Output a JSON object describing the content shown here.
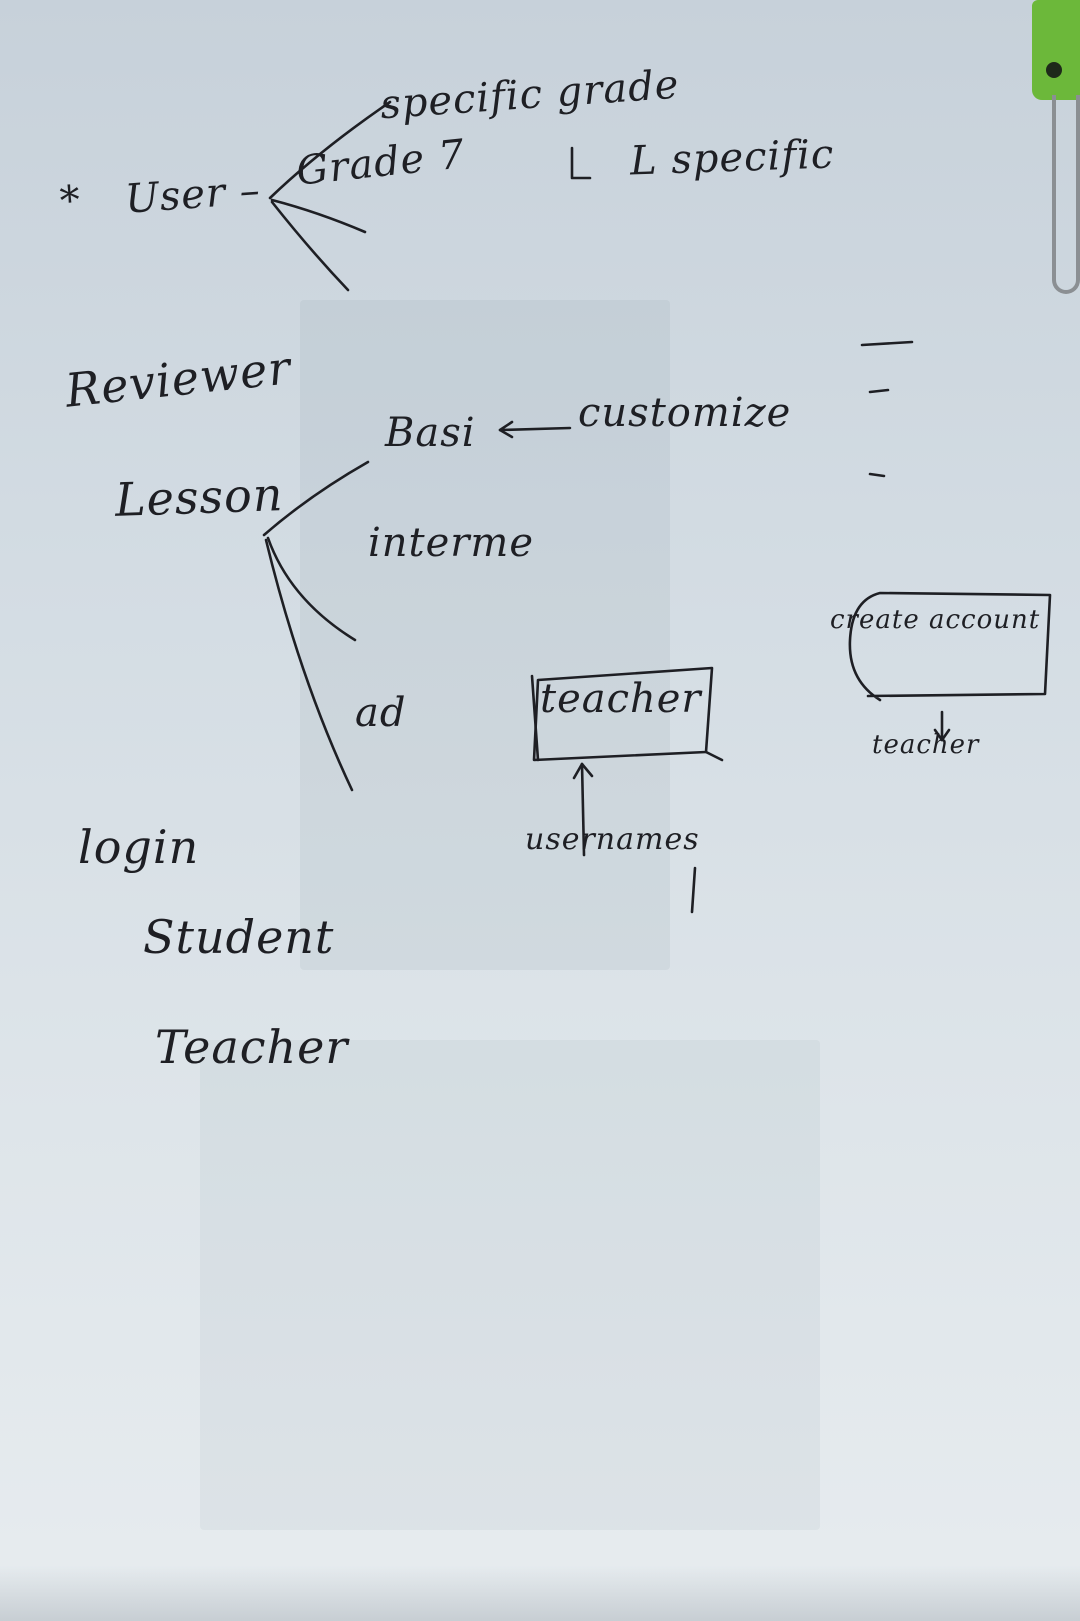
{
  "diagram": {
    "user_branch": {
      "bullet": "*",
      "root": "User –",
      "grade": "Grade 7",
      "specific_grade": "specific grade",
      "specific": "L specific"
    },
    "reviewer_branch": {
      "title": "Reviewer",
      "lesson": "Lesson",
      "levels": [
        "Basi",
        "interme",
        "ad"
      ],
      "customize": "customize"
    },
    "teacher_box": {
      "label": "teacher",
      "input": "usernames"
    },
    "create_account": {
      "label": "create account",
      "target": "teacher"
    },
    "login_branch": {
      "title": "login",
      "roles": [
        "Student",
        "Teacher"
      ]
    }
  },
  "colors": {
    "ink": "#1e1f24",
    "paper": "#d6dee4",
    "clip": "#6cb83a"
  }
}
